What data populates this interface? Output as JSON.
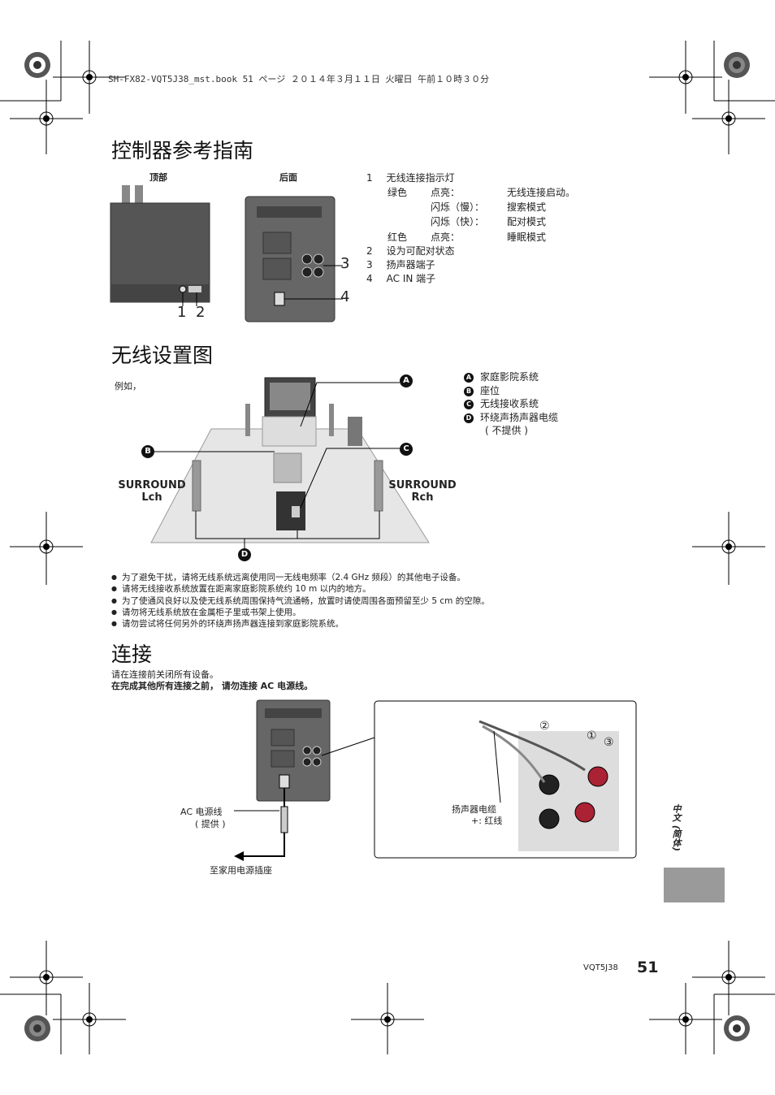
{
  "header": {
    "file_line": "SH-FX82-VQT5J38_mst.book  51 ページ  ２０１４年３月１１日  火曜日  午前１０時３０分"
  },
  "section1": {
    "title": "控制器参考指南",
    "top_label": "顶部",
    "back_label": "后面",
    "callouts": {
      "c1": "1",
      "c2": "2",
      "c3": "3",
      "c4": "4"
    },
    "items": [
      {
        "num": "1",
        "text": "无线连接指示灯"
      },
      {
        "num": "2",
        "text": "设为可配对状态"
      },
      {
        "num": "3",
        "text": "扬声器端子"
      },
      {
        "num": "4",
        "text": "AC IN 端子"
      }
    ],
    "indicator_rows": [
      {
        "color": "绿色",
        "state": "点亮：",
        "meaning": "无线连接启动。"
      },
      {
        "color": "",
        "state": "闪烁（慢）：",
        "meaning": "搜索模式"
      },
      {
        "color": "",
        "state": "闪烁（快）：",
        "meaning": "配对模式"
      },
      {
        "color": "红色",
        "state": "点亮：",
        "meaning": "睡眠模式"
      }
    ]
  },
  "section2": {
    "title": "无线设置图",
    "example": "例如，",
    "markers": {
      "a": "A",
      "b": "B",
      "c": "C",
      "d": "D"
    },
    "surround_l": {
      "line1": "SURROUND",
      "line2": "Lch"
    },
    "surround_r": {
      "line1": "SURROUND",
      "line2": "Rch"
    },
    "legend": [
      {
        "key": "A",
        "text": "家庭影院系统"
      },
      {
        "key": "B",
        "text": "座位"
      },
      {
        "key": "C",
        "text": "无线接收系统"
      },
      {
        "key": "D",
        "text": "环绕声扬声器电缆"
      }
    ],
    "legend_note": "( 不提供 )",
    "notes": [
      "为了避免干扰，请将无线系统远离使用同一无线电频率（2.4 GHz 频段）的其他电子设备。",
      "请将无线接收系统放置在距离家庭影院系统约 10 m 以内的地方。",
      "为了使通风良好以及使无线系统周围保持气流通畅，放置时请使周围各面预留至少 5 cm 的空隙。",
      "请勿将无线系统放在金属柜子里或书架上使用。",
      "请勿尝试将任何另外的环绕声扬声器连接到家庭影院系统。"
    ]
  },
  "section3": {
    "title": "连接",
    "line1": "请在连接前关闭所有设备。",
    "line2": "在完成其他所有连接之前， 请勿连接 AC 电源线。",
    "ac_cord": "AC 电源线",
    "ac_supplied": "( 提供 )",
    "outlet": "至家用电源插座",
    "speaker_cable": "扬声器电缆",
    "speaker_red": "+: 红线",
    "steps": {
      "s1": "①",
      "s2": "②",
      "s3": "③"
    }
  },
  "footer": {
    "model": "VQT5J38",
    "page": "51",
    "side_tab": "中文 (简体)"
  }
}
